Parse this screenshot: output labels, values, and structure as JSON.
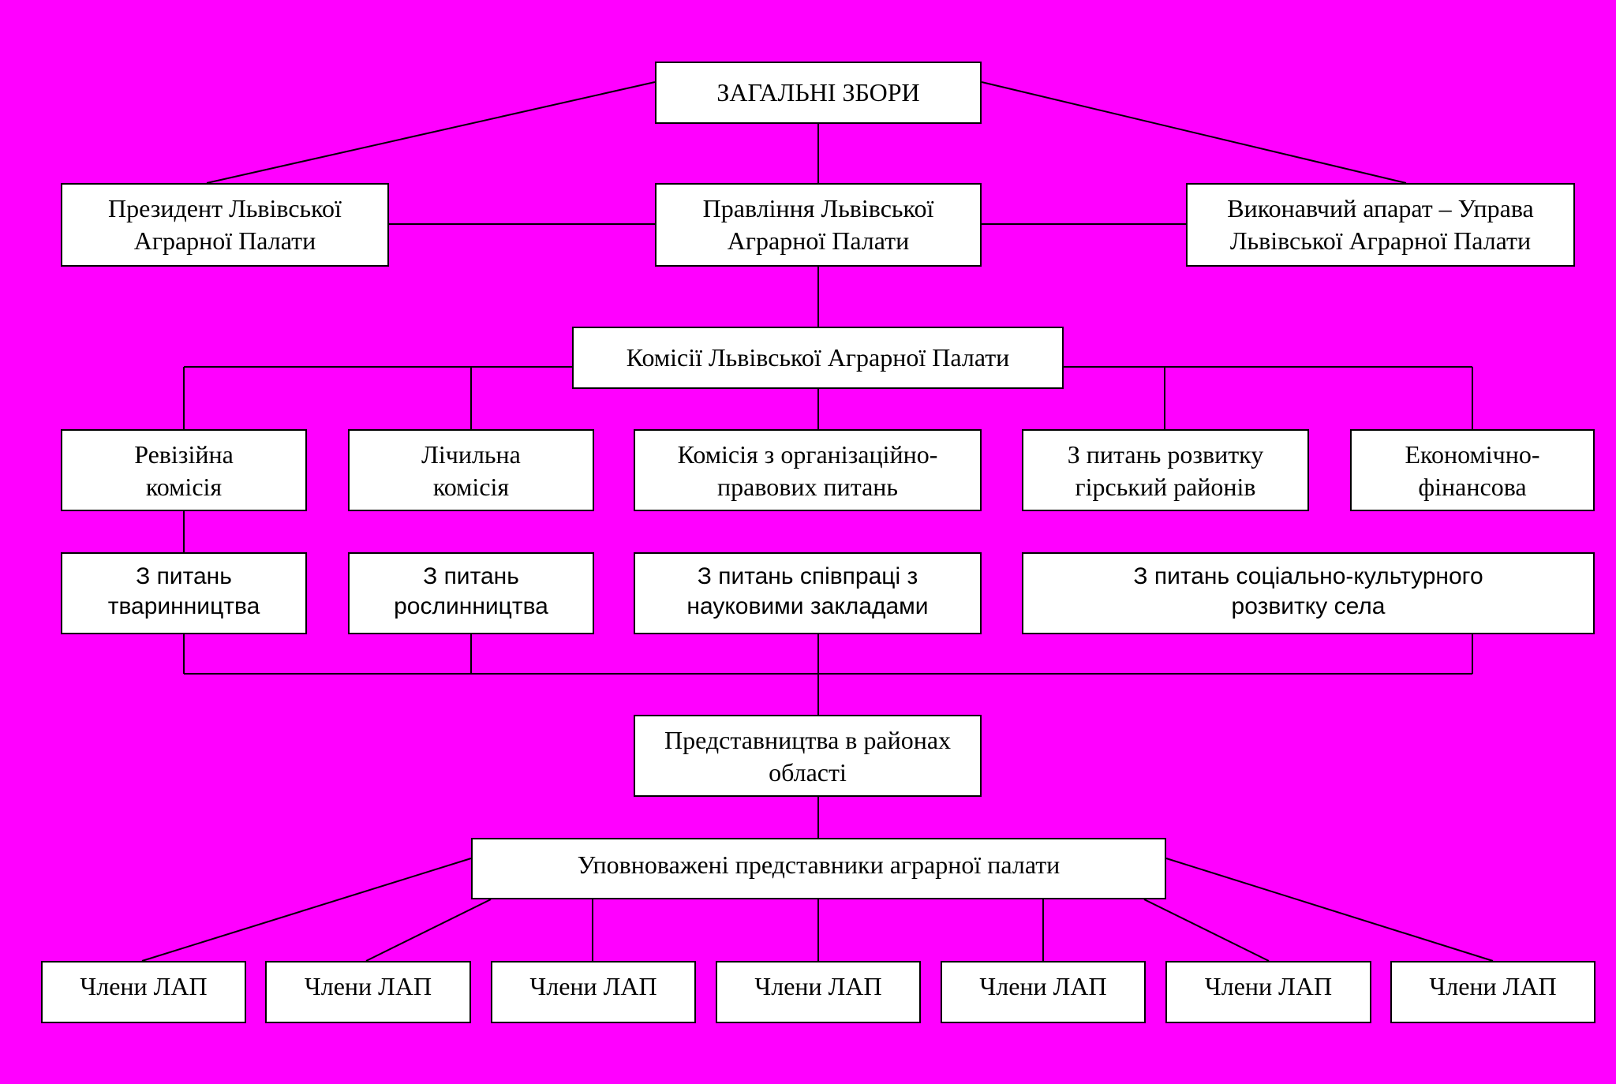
{
  "colors": {
    "background": "#ff00ff",
    "box_fill": "#ffffff",
    "line": "#000000"
  },
  "general_meeting": "ЗАГАЛЬНІ ЗБОРИ",
  "president": "Президент Львівської\nАграрної Палати",
  "board": "Правління Львівської\nАграрної Палати",
  "executive": "Виконавчий апарат – Управа\nЛьвівської Аграрної Палати",
  "commissions": "Комісії Львівської Аграрної Палати",
  "commission_list": {
    "audit": "Ревізійна\nкомісія",
    "counting": "Лічильна\nкомісія",
    "legal": "Комісія з організаційно-\nправових питань",
    "mountain": "З питань розвитку\nгірський районів",
    "finance": "Економічно-\nфінансова",
    "livestock": "З питань\nтваринництва",
    "crops": "З питань\nрослинництва",
    "science": "З питань співпраці з\nнауковими закладами",
    "social": "З питань соціально-культурного\nрозвитку села"
  },
  "district_offices": "Представництва в районах\nобласті",
  "representatives": "Уповноважені представники аграрної палати",
  "members": [
    "Члени ЛАП",
    "Члени ЛАП",
    "Члени ЛАП",
    "Члени ЛАП",
    "Члени ЛАП",
    "Члени ЛАП",
    "Члени ЛАП"
  ]
}
